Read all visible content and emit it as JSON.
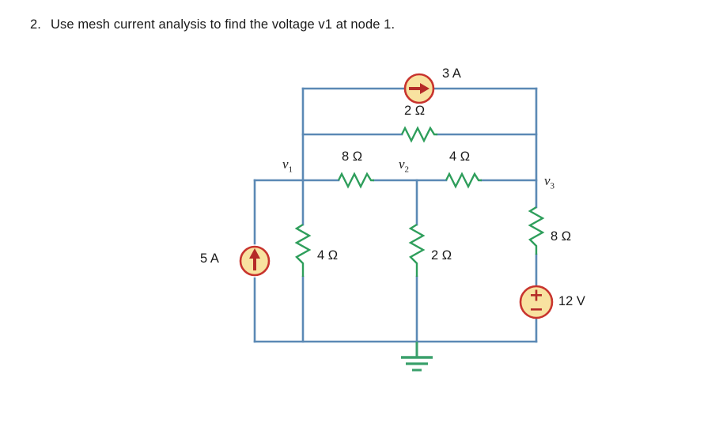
{
  "question": {
    "number": "2.",
    "text": "Use mesh current analysis to find the voltage v1 at node 1."
  },
  "circuit": {
    "title": "mesh-analysis-ladder-circuit",
    "colors": {
      "wire": "#5b89b5",
      "resistor": "#2e9e5b",
      "source_fill": "#f8e2a0",
      "source_stroke": "#c8342e",
      "symbol": "#b52b28",
      "ground": "#3aa06b",
      "text": "#1a1a1a"
    },
    "nodes": [
      {
        "id": "node1",
        "label": "v",
        "sub": "1"
      },
      {
        "id": "node2",
        "label": "v",
        "sub": "2"
      },
      {
        "id": "node3",
        "label": "v",
        "sub": "3"
      }
    ],
    "sources": [
      {
        "id": "current-source-3a",
        "type": "current",
        "value": "3 A",
        "direction": "right",
        "orientation": "horizontal"
      },
      {
        "id": "current-source-5a",
        "type": "current",
        "value": "5 A",
        "direction": "up",
        "orientation": "vertical"
      },
      {
        "id": "voltage-source-12v",
        "type": "voltage",
        "value": "12 V",
        "plus": "+",
        "minus": "−",
        "orientation": "vertical"
      }
    ],
    "resistors": [
      {
        "id": "resistor-2ohm-top",
        "value": "2 Ω",
        "orientation": "horizontal"
      },
      {
        "id": "resistor-8ohm-left",
        "value": "8 Ω",
        "orientation": "horizontal"
      },
      {
        "id": "resistor-4ohm-right",
        "value": "4 Ω",
        "orientation": "horizontal"
      },
      {
        "id": "resistor-4ohm-vertical",
        "value": "4 Ω",
        "orientation": "vertical"
      },
      {
        "id": "resistor-2ohm-vertical",
        "value": "2 Ω",
        "orientation": "vertical"
      },
      {
        "id": "resistor-8ohm-vertical",
        "value": "8 Ω",
        "orientation": "vertical"
      }
    ],
    "ground": {
      "id": "ground-symbol",
      "label": ""
    }
  }
}
